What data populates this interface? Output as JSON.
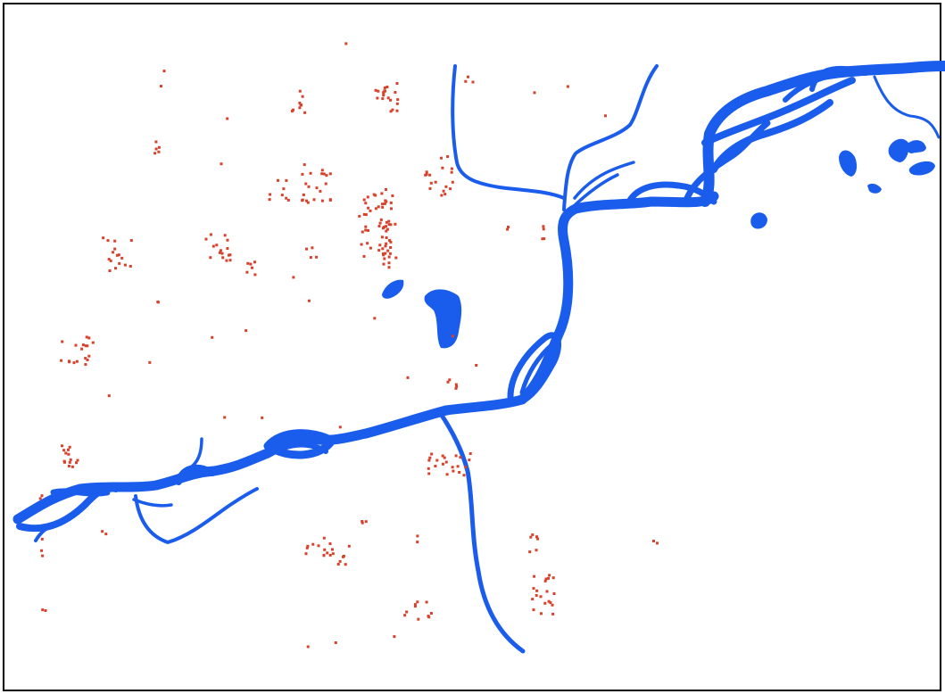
{
  "colors": {
    "background": "#ffffff",
    "frame": "#000000",
    "water": "#1a5cec",
    "settlement": "#d8412b"
  },
  "legend": "none",
  "layers": [
    "water-bodies",
    "settlement-points"
  ]
}
